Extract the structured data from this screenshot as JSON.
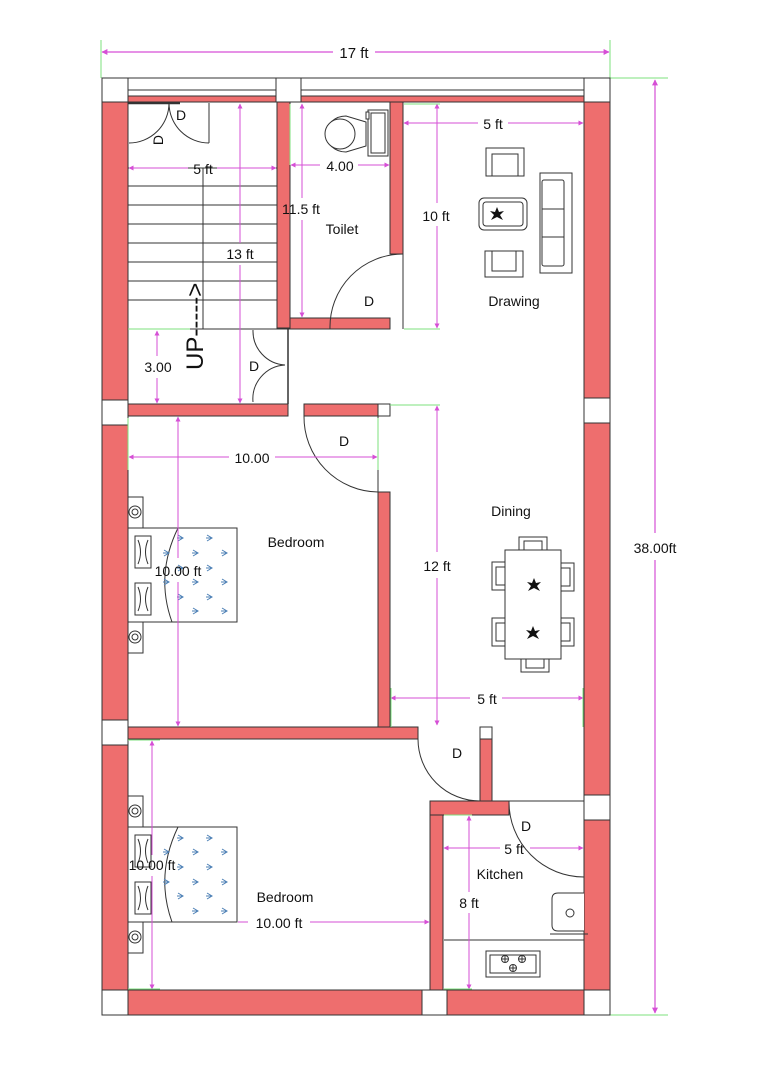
{
  "colors": {
    "wall": "#ee6e6e",
    "outline": "#333333",
    "dimension": "#d64fd6",
    "guide": "#7ee07e",
    "bed_arrow": "#4b7fb5"
  },
  "overall": {
    "width_label": "17 ft",
    "height_label": "38.00ft"
  },
  "rooms": {
    "stair": {
      "width_label": "5 ft",
      "height_label": "13 ft",
      "landing_label": "3.00",
      "up_label": "UP----->"
    },
    "toilet": {
      "name": "Toilet",
      "width_label": "4.00",
      "height_label": "11.5 ft"
    },
    "drawing": {
      "name": "Drawing",
      "width_label": "5 ft",
      "height_label": "10 ft"
    },
    "dining": {
      "name": "Dining",
      "width_label": "5 ft",
      "height_label": "12 ft"
    },
    "bedroom1": {
      "name": "Bedroom",
      "width_label": "10.00",
      "height_label": "10.00 ft"
    },
    "bedroom2": {
      "name": "Bedroom",
      "width_label": "10.00 ft",
      "height_label": "10.00 ft"
    },
    "kitchen": {
      "name": "Kitchen",
      "width_label": "5 ft",
      "height_label": "8 ft"
    }
  },
  "doors": {
    "label": "D"
  }
}
